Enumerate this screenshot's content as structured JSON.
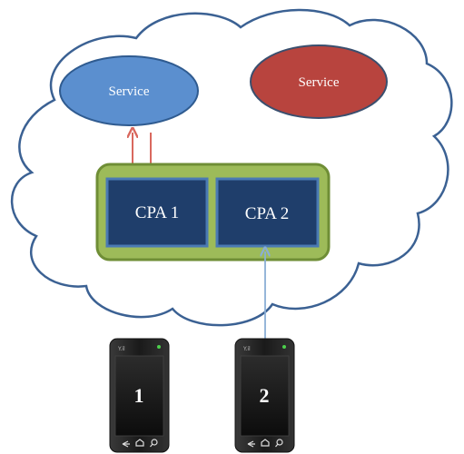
{
  "services": [
    {
      "label": "Service",
      "color": "#5b8fcf"
    },
    {
      "label": "Service",
      "color": "#b8443e"
    }
  ],
  "cpas": [
    {
      "label": "CPA 1"
    },
    {
      "label": "CPA 2"
    }
  ],
  "phones": [
    {
      "label": "1"
    },
    {
      "label": "2"
    }
  ],
  "colors": {
    "cloud_stroke": "#3b6193",
    "cpa_container_fill": "#9dbb59",
    "cpa_box_fill": "#1f3e6b",
    "arrow_red": "#d9685e",
    "arrow_blue": "#8aaed5"
  }
}
